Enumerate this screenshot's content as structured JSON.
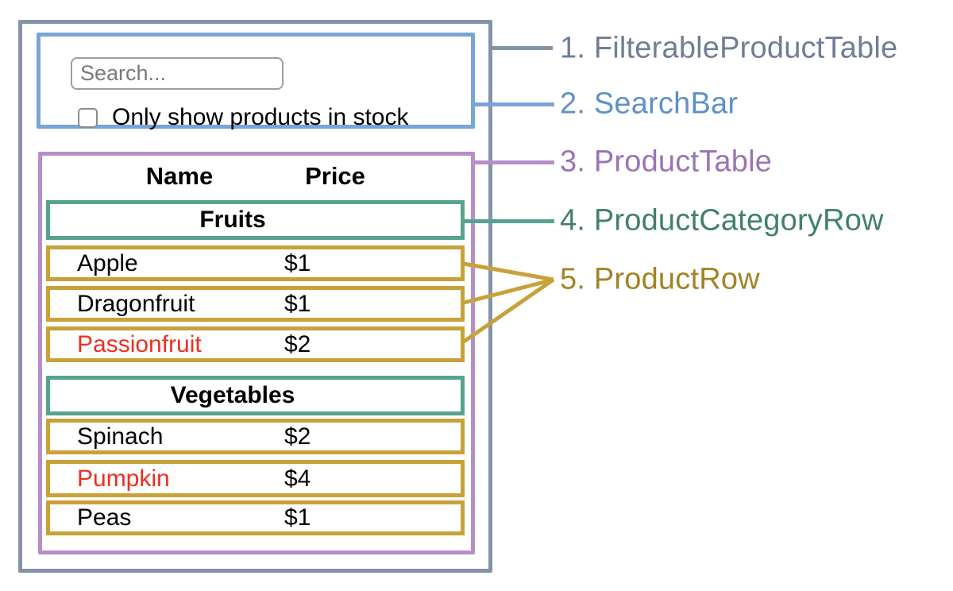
{
  "diagram_labels": [
    {
      "text": "1. FilterableProductTable",
      "color": "#6e7e97"
    },
    {
      "text": "2. SearchBar",
      "color": "#6090c8"
    },
    {
      "text": "3. ProductTable",
      "color": "#9b73b7"
    },
    {
      "text": "4. ProductCategoryRow",
      "color": "#41806c"
    },
    {
      "text": "5. ProductRow",
      "color": "#a28325"
    }
  ],
  "search_bar": {
    "input_placeholder": "Search...",
    "input_value": "",
    "checkbox_checked": false,
    "checkbox_label": "Only show products in stock"
  },
  "product_table": {
    "columns": [
      "Name",
      "Price"
    ],
    "categories": [
      {
        "label": "Fruits",
        "products": [
          {
            "name": "Apple",
            "price": "$1",
            "in_stock": true
          },
          {
            "name": "Dragonfruit",
            "price": "$1",
            "in_stock": true
          },
          {
            "name": "Passionfruit",
            "price": "$2",
            "in_stock": false
          }
        ]
      },
      {
        "label": "Vegetables",
        "products": [
          {
            "name": "Spinach",
            "price": "$2",
            "in_stock": true
          },
          {
            "name": "Pumpkin",
            "price": "$4",
            "in_stock": false
          },
          {
            "name": "Peas",
            "price": "$1",
            "in_stock": true
          }
        ]
      }
    ]
  },
  "colors": {
    "filterable_product_table_border": "#8593a7",
    "search_bar_border": "#79a4d8",
    "product_table_border": "#b58fca",
    "product_category_row_border": "#57a390",
    "product_row_border": "#c7a23a",
    "out_of_stock_text": "#ee2e20"
  }
}
